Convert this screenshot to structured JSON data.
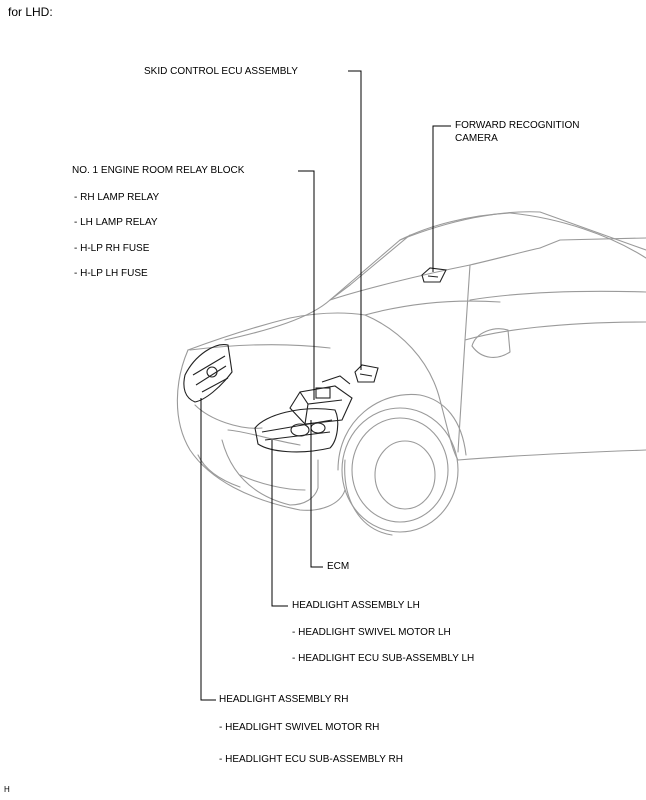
{
  "header": {
    "variant": "for LHD:"
  },
  "footer": {
    "code": "H"
  },
  "labels": {
    "skid_control": "SKID CONTROL ECU ASSEMBLY",
    "camera_line1": "FORWARD RECOGNITION",
    "camera_line2": "CAMERA",
    "relay_block": "NO. 1 ENGINE ROOM RELAY BLOCK",
    "relay_items": [
      "- RH LAMP RELAY",
      "- LH LAMP RELAY",
      "- H-LP RH FUSE",
      "- H-LP LH FUSE"
    ],
    "ecm": "ECM",
    "headlight_lh": "HEADLIGHT ASSEMBLY LH",
    "headlight_lh_items": [
      "- HEADLIGHT SWIVEL MOTOR LH",
      "- HEADLIGHT ECU SUB-ASSEMBLY LH"
    ],
    "headlight_rh": "HEADLIGHT ASSEMBLY RH",
    "headlight_rh_items": [
      "- HEADLIGHT SWIVEL MOTOR RH",
      "- HEADLIGHT ECU SUB-ASSEMBLY RH"
    ]
  },
  "colors": {
    "car_line": "#9a9a9a",
    "part_line": "#222222",
    "leader": "#000000"
  }
}
